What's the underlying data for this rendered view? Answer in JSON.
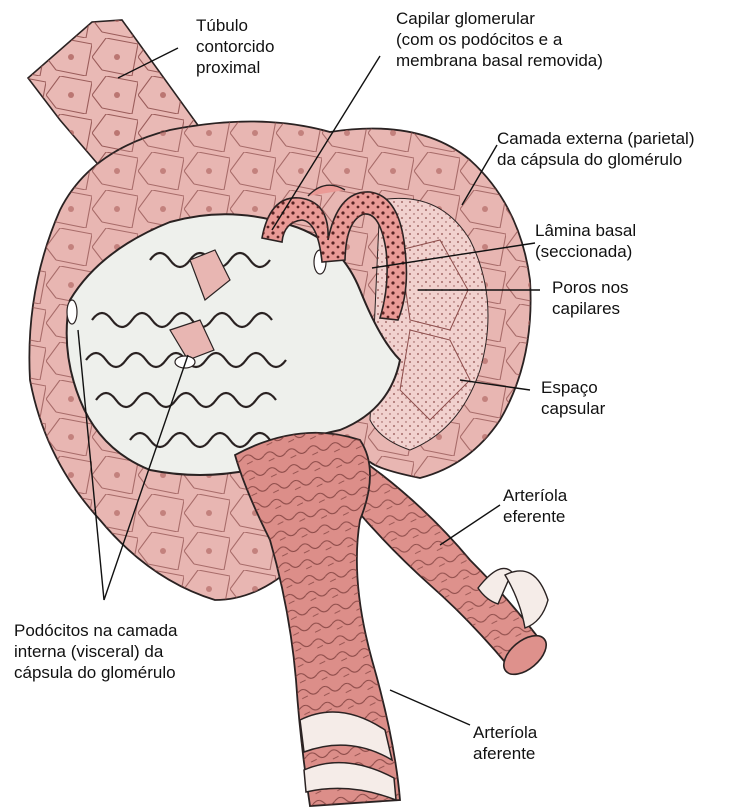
{
  "labels": {
    "tubulo": [
      "Túbulo",
      "contorcido",
      "proximal"
    ],
    "capilar": [
      "Capilar glomerular",
      "(com os podócitos e a",
      "membrana basal removida)"
    ],
    "camada_externa": [
      "Camada externa (parietal)",
      "da cápsula do glomérulo"
    ],
    "lamina": [
      "Lâmina basal",
      "(seccionada)"
    ],
    "poros": [
      "Poros nos",
      "capilares"
    ],
    "espaco": [
      "Espaço",
      "capsular"
    ],
    "eferente": [
      "Arteríola",
      "eferente"
    ],
    "podocitos": [
      "Podócitos na camada",
      "interna (visceral) da",
      "cápsula do glomérulo"
    ],
    "aferente": [
      "Arteríola",
      "aferente"
    ]
  },
  "colors": {
    "tissue": "#e7b4b0",
    "tissue_dark": "#c97f7b",
    "vessel": "#dc8e89",
    "outline": "#2a2222",
    "podocyte": "#eef0ec"
  }
}
